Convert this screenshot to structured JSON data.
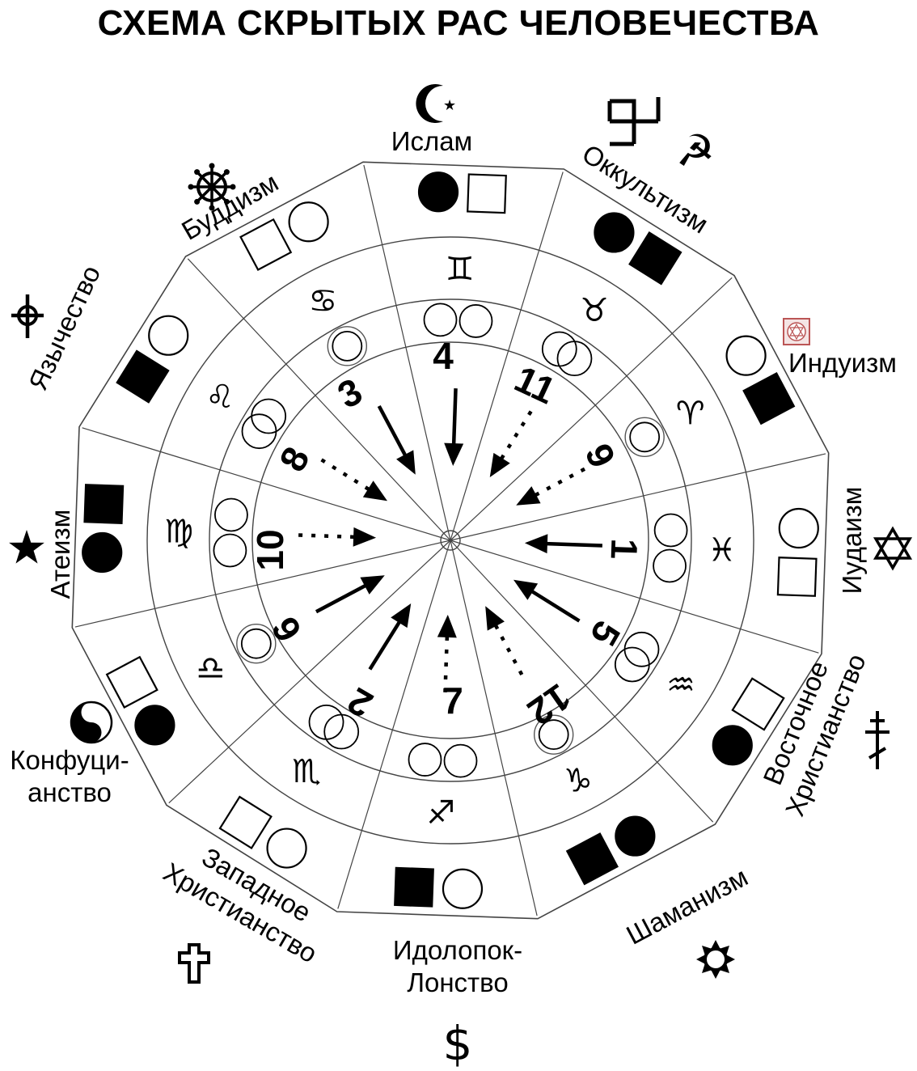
{
  "title": "СХЕМА СКРЫТЫХ РАС ЧЕЛОВЕЧЕСТВА",
  "sectors": [
    {
      "religion": [
        "Ислам"
      ],
      "religion_icon": "crescent-star-icon",
      "zodiac": "♊",
      "race_number": "4",
      "arrow": "solid",
      "outer_marks": [
        "black-circle",
        "white-square"
      ],
      "middle_marks": "two-circles"
    },
    {
      "religion": [
        "Оккультизм"
      ],
      "religion_icon": "swastika-and-hammer-sickle-icon",
      "zodiac": "♉",
      "race_number": "11",
      "arrow": "dotted",
      "outer_marks": [
        "black-circle",
        "black-square"
      ],
      "middle_marks": "overlapping-circles"
    },
    {
      "religion": [
        "Индуизм"
      ],
      "religion_icon": "sri-yantra-icon",
      "zodiac": "♈",
      "race_number": "9",
      "arrow": "dotted",
      "outer_marks": [
        "white-circle",
        "black-square"
      ],
      "middle_marks": "double-ring"
    },
    {
      "religion": [
        "Иудаизм"
      ],
      "religion_icon": "star-of-david-icon",
      "zodiac": "♓",
      "race_number": "1",
      "arrow": "solid",
      "outer_marks": [
        "white-circle",
        "white-square"
      ],
      "middle_marks": "two-circles"
    },
    {
      "religion": [
        "Восточное",
        "Христианство"
      ],
      "religion_icon": "orthodox-cross-icon",
      "zodiac": "♒",
      "race_number": "5",
      "arrow": "solid",
      "outer_marks": [
        "white-square",
        "black-circle"
      ],
      "middle_marks": "overlapping-circles"
    },
    {
      "religion": [
        "Шаманизм"
      ],
      "religion_icon": "sun-icon",
      "zodiac": "♑",
      "race_number": "12",
      "arrow": "dotted",
      "outer_marks": [
        "black-circle",
        "black-square"
      ],
      "middle_marks": "double-ring"
    },
    {
      "religion": [
        "Идолопок-",
        "Лонство"
      ],
      "religion_icon": "dollar-icon",
      "zodiac": "♐",
      "race_number": "7",
      "arrow": "dotted",
      "outer_marks": [
        "white-circle",
        "black-square"
      ],
      "middle_marks": "two-circles"
    },
    {
      "religion": [
        "Западное",
        "Христианство"
      ],
      "religion_icon": "latin-cross-icon",
      "zodiac": "♏",
      "race_number": "2",
      "arrow": "solid",
      "outer_marks": [
        "white-circle",
        "white-square"
      ],
      "middle_marks": "overlapping-circles"
    },
    {
      "religion": [
        "Конфуци-",
        "анство"
      ],
      "religion_icon": "yin-yang-icon",
      "zodiac": "♎",
      "race_number": "6",
      "arrow": "solid",
      "outer_marks": [
        "black-circle",
        "white-square"
      ],
      "middle_marks": "double-ring"
    },
    {
      "religion": [
        "Атеизм"
      ],
      "religion_icon": "five-point-star-icon",
      "zodiac": "♍",
      "race_number": "10",
      "arrow": "dotted",
      "outer_marks": [
        "black-circle",
        "black-square"
      ],
      "middle_marks": "two-circles"
    },
    {
      "religion": [
        "Язычество"
      ],
      "religion_icon": "celtic-cross-icon",
      "zodiac": "♌",
      "race_number": "8",
      "arrow": "dotted",
      "outer_marks": [
        "black-square",
        "white-circle"
      ],
      "middle_marks": "overlapping-circles"
    },
    {
      "religion": [
        "Буддизм"
      ],
      "religion_icon": "dharma-wheel-icon",
      "zodiac": "♋",
      "race_number": "3",
      "arrow": "solid",
      "outer_marks": [
        "white-square",
        "white-circle"
      ],
      "middle_marks": "double-ring"
    }
  ]
}
